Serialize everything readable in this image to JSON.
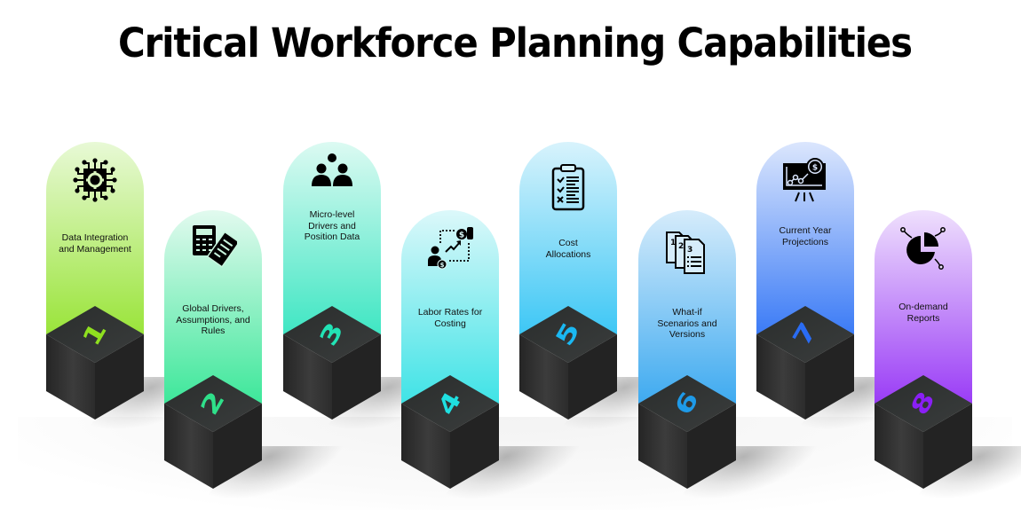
{
  "title": "Critical Workforce Planning Capabilities",
  "capabilities": [
    {
      "number": "1",
      "label_lines": [
        "Data Integration",
        "and Management"
      ],
      "icon": "chip-gear-icon",
      "accent": "#8fe01f",
      "top_color": "#e8f9d6",
      "bottom_color": "#9ae43a"
    },
    {
      "number": "2",
      "label_lines": [
        "Global Drivers,",
        "Assumptions, and",
        "Rules"
      ],
      "icon": "calculator-document-icon",
      "accent": "#2fe08a",
      "top_color": "#e2faef",
      "bottom_color": "#3de79a"
    },
    {
      "number": "3",
      "label_lines": [
        "Micro-level",
        "Drivers and",
        "Position Data"
      ],
      "icon": "people-group-icon",
      "accent": "#22e3b5",
      "top_color": "#dcfaf2",
      "bottom_color": "#3fe6c3"
    },
    {
      "number": "4",
      "label_lines": [
        "Labor Rates for",
        "Costing"
      ],
      "icon": "labor-cost-growth-icon",
      "accent": "#1fdfe0",
      "top_color": "#dcf8fa",
      "bottom_color": "#3fe3e6"
    },
    {
      "number": "5",
      "label_lines": [
        "Cost",
        "Allocations"
      ],
      "icon": "clipboard-checklist-icon",
      "accent": "#1ab8f2",
      "top_color": "#d8f3fc",
      "bottom_color": "#3dc7f5"
    },
    {
      "number": "6",
      "label_lines": [
        "What-if",
        "Scenarios and",
        "Versions"
      ],
      "icon": "numbered-documents-icon",
      "accent": "#1e9ae8",
      "top_color": "#d6ecfb",
      "bottom_color": "#3eaaf0"
    },
    {
      "number": "7",
      "label_lines": [
        "Current Year",
        "Projections"
      ],
      "icon": "presentation-chart-icon",
      "accent": "#2a6cf3",
      "top_color": "#dbe6fd",
      "bottom_color": "#3b7bf6"
    },
    {
      "number": "8",
      "label_lines": [
        "On-demand",
        "Reports"
      ],
      "icon": "pie-chart-icon",
      "accent": "#8a1ff5",
      "top_color": "#efe0fd",
      "bottom_color": "#9a3cf6"
    }
  ]
}
